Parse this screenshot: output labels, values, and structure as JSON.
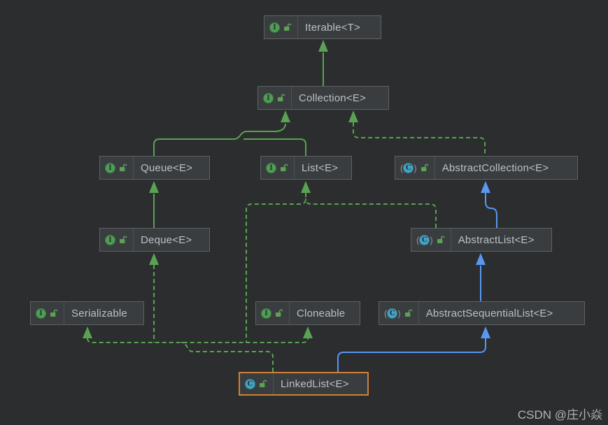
{
  "window": {
    "watermark": "CSDN @庄小焱"
  },
  "colors": {
    "background": "#2b2d2e",
    "node_background": "#3a3d3f",
    "node_border": "#5e6264",
    "node_text": "#bac0c4",
    "interface_icon_green": "#4f9e55",
    "class_icon_teal": "#43a4c4",
    "lock_icon_green": "#5ca154",
    "extends_edge_green": "#5aa253",
    "implements_edge_green_dashed": "#5aa253",
    "class_extends_edge_blue": "#5997f2",
    "selected_node_border_orange": "#d08038",
    "watermark_text": "#b0b4b6"
  },
  "icon_letters": {
    "interface": "I",
    "class": "C"
  },
  "abstract_parens": [
    "(",
    ")"
  ],
  "nodes": [
    {
      "label": "Iterable<T>",
      "kind": "interface"
    },
    {
      "label": "Collection<E>",
      "kind": "interface"
    },
    {
      "label": "Queue<E>",
      "kind": "interface"
    },
    {
      "label": "List<E>",
      "kind": "interface"
    },
    {
      "label": "AbstractCollection<E>",
      "kind": "abstract class"
    },
    {
      "label": "Deque<E>",
      "kind": "interface"
    },
    {
      "label": "AbstractList<E>",
      "kind": "abstract class"
    },
    {
      "label": "Serializable",
      "kind": "interface"
    },
    {
      "label": "Cloneable",
      "kind": "interface"
    },
    {
      "label": "AbstractSequentialList<E>",
      "kind": "abstract class"
    },
    {
      "label": "LinkedList<E>",
      "kind": "class",
      "selected": true
    }
  ],
  "edges": [
    {
      "from": "Collection<E>",
      "to": "Iterable<T>",
      "relation": "extends",
      "style": "solid-green"
    },
    {
      "from": "Queue<E>",
      "to": "Collection<E>",
      "relation": "extends",
      "style": "solid-green"
    },
    {
      "from": "List<E>",
      "to": "Collection<E>",
      "relation": "extends",
      "style": "solid-green"
    },
    {
      "from": "AbstractCollection<E>",
      "to": "Collection<E>",
      "relation": "implements",
      "style": "dashed-green"
    },
    {
      "from": "Deque<E>",
      "to": "Queue<E>",
      "relation": "extends",
      "style": "solid-green"
    },
    {
      "from": "AbstractList<E>",
      "to": "List<E>",
      "relation": "implements",
      "style": "dashed-green"
    },
    {
      "from": "AbstractList<E>",
      "to": "AbstractCollection<E>",
      "relation": "extends",
      "style": "solid-blue"
    },
    {
      "from": "AbstractSequentialList<E>",
      "to": "AbstractList<E>",
      "relation": "extends",
      "style": "solid-blue"
    },
    {
      "from": "LinkedList<E>",
      "to": "AbstractSequentialList<E>",
      "relation": "extends",
      "style": "solid-blue"
    },
    {
      "from": "LinkedList<E>",
      "to": "List<E>",
      "relation": "implements",
      "style": "dashed-green"
    },
    {
      "from": "LinkedList<E>",
      "to": "Deque<E>",
      "relation": "implements",
      "style": "dashed-green"
    },
    {
      "from": "LinkedList<E>",
      "to": "Serializable",
      "relation": "implements",
      "style": "dashed-green"
    },
    {
      "from": "LinkedList<E>",
      "to": "Cloneable",
      "relation": "implements",
      "style": "dashed-green"
    }
  ]
}
